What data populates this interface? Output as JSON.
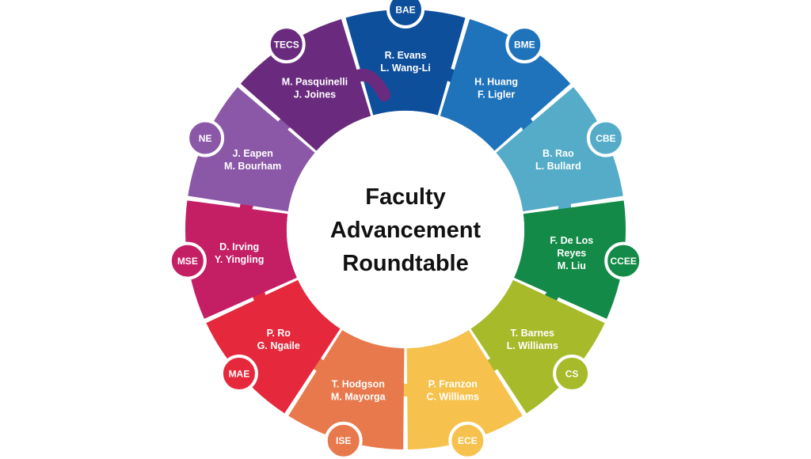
{
  "title": {
    "line1": "Faculty",
    "line2": "Advancement",
    "line3": "Roundtable"
  },
  "departments": [
    {
      "code": "BAE",
      "members": [
        "R. Evans",
        "L. Wang-Li"
      ],
      "color": "#0e4f9c"
    },
    {
      "code": "BME",
      "members": [
        "H. Huang",
        "F. Ligler"
      ],
      "color": "#1f73bb"
    },
    {
      "code": "CBE",
      "members": [
        "B. Rao",
        "L. Bullard"
      ],
      "color": "#54acc8"
    },
    {
      "code": "CCEE",
      "members": [
        "F. De Los",
        "Reyes",
        "M. Liu"
      ],
      "color": "#138a47"
    },
    {
      "code": "CS",
      "members": [
        "T. Barnes",
        "L. Williams"
      ],
      "color": "#a7ba2a"
    },
    {
      "code": "ECE",
      "members": [
        "P. Franzon",
        "C. Williams"
      ],
      "color": "#f6c24d"
    },
    {
      "code": "ISE",
      "members": [
        "T. Hodgson",
        "M. Mayorga"
      ],
      "color": "#e8794c"
    },
    {
      "code": "MAE",
      "members": [
        "P. Ro",
        "G. Ngaile"
      ],
      "color": "#e5283b"
    },
    {
      "code": "MSE",
      "members": [
        "D. Irving",
        "Y. Yingling"
      ],
      "color": "#c41e65"
    },
    {
      "code": "NE",
      "members": [
        "J. Eapen",
        "M. Bourham"
      ],
      "color": "#8b57a7"
    },
    {
      "code": "TECS",
      "members": [
        "M. Pasquinelli",
        "J. Joines"
      ],
      "color": "#6a2b7e"
    }
  ]
}
